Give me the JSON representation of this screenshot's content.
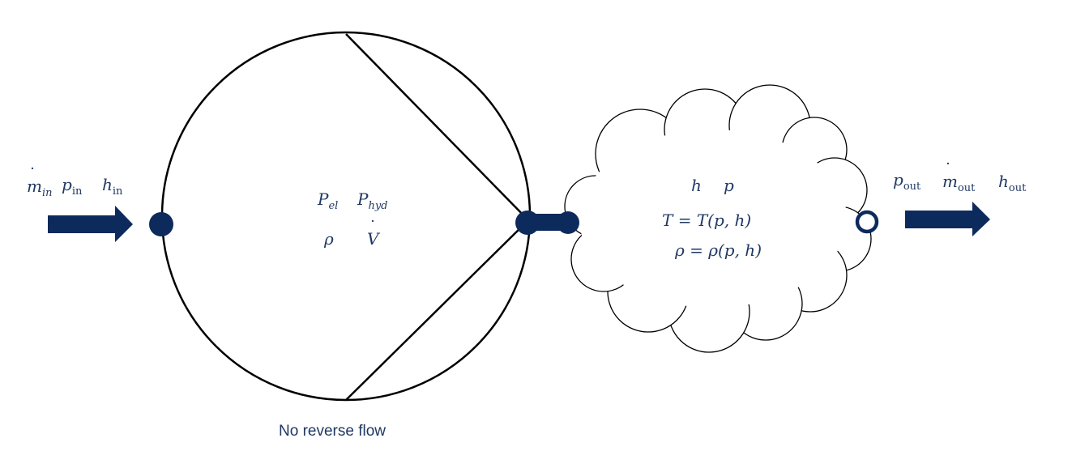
{
  "inlet": {
    "mass_flow": "m",
    "mass_flow_sub": "in",
    "pressure": "p",
    "pressure_sub": "in",
    "enthalpy": "h",
    "enthalpy_sub": "in"
  },
  "pump": {
    "power_el": "P",
    "power_el_sub": "el",
    "power_hyd": "P",
    "power_hyd_sub": "hyd",
    "density": "ρ",
    "volume_flow": "V"
  },
  "volume": {
    "enthalpy": "h",
    "pressure": "p",
    "temperature_eq": "T = T(p, h)",
    "density_eq": "ρ = ρ(p, h)"
  },
  "outlet": {
    "pressure": "p",
    "pressure_sub": "out",
    "mass_flow": "m",
    "mass_flow_sub": "out",
    "enthalpy": "h",
    "enthalpy_sub": "out"
  },
  "caption": "No reverse flow",
  "colors": {
    "accent": "#0d2a5c",
    "text": "#1f3864",
    "outline": "#000000"
  }
}
